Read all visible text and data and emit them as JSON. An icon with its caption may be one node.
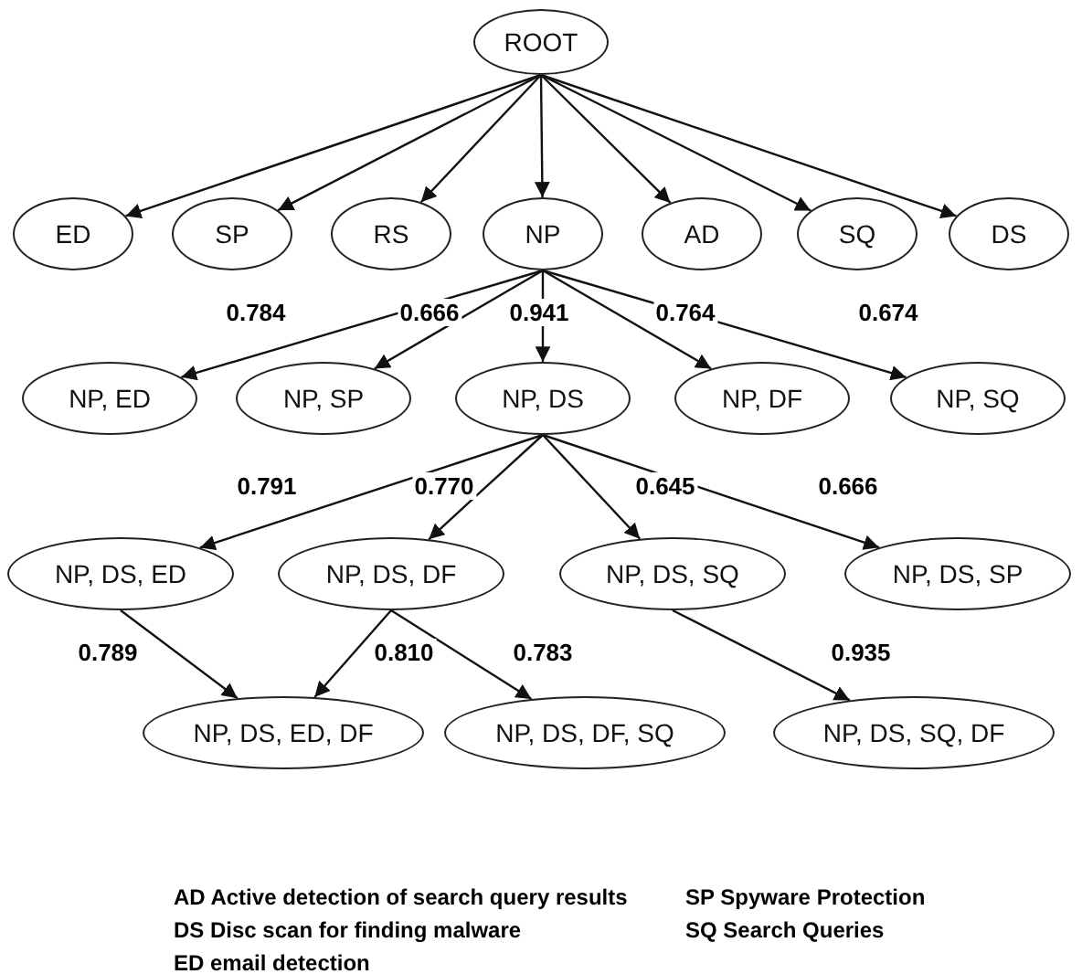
{
  "diagram": {
    "nodes": [
      {
        "text": [
          "ROOT"
        ]
      },
      {
        "text": [
          "ED"
        ]
      },
      {
        "text": [
          "SP"
        ]
      },
      {
        "text": [
          "RS"
        ]
      },
      {
        "text": [
          "NP"
        ]
      },
      {
        "text": [
          "AD"
        ]
      },
      {
        "text": [
          "SQ"
        ]
      },
      {
        "text": [
          "DS"
        ]
      },
      {
        "text": [
          "NP, ED"
        ]
      },
      {
        "text": [
          "NP, SP"
        ]
      },
      {
        "text": [
          "NP, DS"
        ]
      },
      {
        "text": [
          "NP, DF"
        ]
      },
      {
        "text": [
          "NP, SQ"
        ]
      },
      {
        "text": [
          "NP, DS, ED"
        ]
      },
      {
        "text": [
          "NP, DS, DF"
        ]
      },
      {
        "text": [
          "NP, DS, SQ"
        ]
      },
      {
        "text": [
          "NP, DS, SP"
        ]
      },
      {
        "text": [
          "NP, DS, ED, DF"
        ]
      },
      {
        "text": [
          "NP, DS, DF, SQ"
        ]
      },
      {
        "text": [
          "NP, DS, SQ, DF"
        ]
      }
    ],
    "edges": [
      {
        "from": 0,
        "to": 1,
        "arrow": "to"
      },
      {
        "from": 0,
        "to": 2,
        "arrow": "to"
      },
      {
        "from": 0,
        "to": 3,
        "arrow": "to"
      },
      {
        "from": 0,
        "to": 4,
        "arrow": "to"
      },
      {
        "from": 0,
        "to": 5,
        "arrow": "to"
      },
      {
        "from": 0,
        "to": 6,
        "arrow": "to"
      },
      {
        "from": 0,
        "to": 7,
        "arrow": "to"
      },
      {
        "from": 4,
        "to": 8,
        "arrow": "to",
        "label": "0.784"
      },
      {
        "from": 4,
        "to": 9,
        "arrow": "to",
        "label": "0.666"
      },
      {
        "from": 4,
        "to": 10,
        "arrow": "to",
        "label": "0.941"
      },
      {
        "from": 4,
        "to": 11,
        "arrow": "to",
        "label": "0.764"
      },
      {
        "from": 4,
        "to": 12,
        "arrow": "to",
        "label": "0.674"
      },
      {
        "from": 10,
        "to": 13,
        "arrow": "to",
        "label": "0.791"
      },
      {
        "from": 10,
        "to": 14,
        "arrow": "to",
        "label": "0.770"
      },
      {
        "from": 10,
        "to": 15,
        "arrow": "to",
        "label": "0.645"
      },
      {
        "from": 10,
        "to": 16,
        "arrow": "to",
        "label": "0.666"
      },
      {
        "from": 13,
        "to": 17,
        "arrow": "to",
        "label": "0.789"
      },
      {
        "from": 14,
        "to": 17,
        "arrow": "to",
        "label": "0.810"
      },
      {
        "from": 14,
        "to": 18,
        "arrow": "to",
        "label": "0.783"
      },
      {
        "from": 15,
        "to": 19,
        "arrow": "to",
        "label": "0.935"
      }
    ],
    "labels": [
      "AD Active detection of search query results",
      "DS Disc scan for finding malware",
      "ED email detection",
      "SP Spyware Protection",
      "SQ Search Queries"
    ]
  }
}
